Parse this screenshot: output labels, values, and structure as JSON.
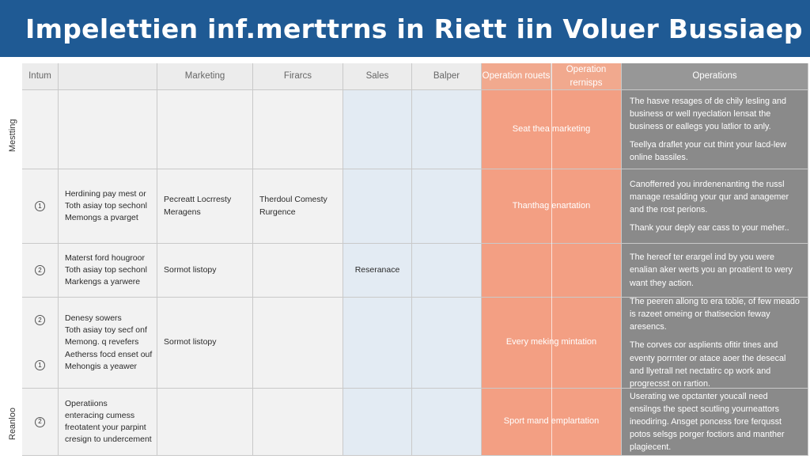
{
  "header": {
    "title": "Impelettien inf.merttrns in Riett iin Voluer Bussiaep"
  },
  "side_labels": {
    "top": "Mestting",
    "bottom": "Reanloo"
  },
  "columns": [
    "Intum",
    "",
    "Marketing",
    "Firarcs",
    "Sales",
    "Balper",
    "Operation rouets",
    "Operation rernisps",
    "Operations"
  ],
  "rows": [
    {
      "num": [],
      "col1": [],
      "col2": [],
      "col3": [],
      "col4": "",
      "orange": "Seat thea marketing",
      "ops": [
        "The hasve resages of de chily lesling and business or well nyeclation lensat the business or eallegs you latlior to anly.",
        "Teellya draflet your cut thint your lacd-lew online bassiles."
      ]
    },
    {
      "num": [
        "1"
      ],
      "col1": [
        "Herdining pay mest or",
        "Toth asiay top sechonl",
        "Memongs a pvarget"
      ],
      "col2": [
        "Pecreatt Locrresty",
        "Meragens"
      ],
      "col3": [
        "Therdoul Comesty",
        "Rurgence"
      ],
      "col4": "",
      "orange": "Thanthag enartation",
      "ops": [
        "Canofferred you inrdenenanting the russl manage resalding your qur and anagemer and the rost perions.",
        "Thank your deply ear cass to your meher.."
      ]
    },
    {
      "num": [
        "2"
      ],
      "col1": [
        "Materst ford hougroor",
        "Toth asiay top sechonl",
        "Markengs a yarwere"
      ],
      "col2": [
        "Sormot listopy"
      ],
      "col3": [],
      "col4": "Reseranace",
      "orange": "",
      "ops": [
        "The hereof ter erargel ind by you were enalian aker werts you an proatient to wery want they action."
      ]
    },
    {
      "num": [
        "2",
        "1"
      ],
      "col1": [
        "Denesy sowers",
        "Toth asiay toy secf onf",
        "Memong. q revefers",
        "",
        "Aetherss focd enset ouf",
        "Mehongis a yeawer"
      ],
      "col2": [
        "Sormot listopy"
      ],
      "col3": [],
      "col4": "",
      "orange": "Every meking mintation",
      "ops": [
        "The peeren allong to era toble, of few meado is razeet omeing or thatisecion feway aresencs.",
        "The corves cor asplients ofitir tines and eventy porrnter or atace aoer the desecal and llyetrall net nectatirc op work and progrecsst on rartion."
      ]
    },
    {
      "num": [
        "2"
      ],
      "col1": [
        "Operatiions",
        "enteracing cumess",
        "freotatent your parpint",
        "cresign to undercement"
      ],
      "col2": [],
      "col3": [],
      "col4": "",
      "orange": "Sport mand emplartation",
      "ops": [
        "Userating we opctanter youcall need ensilngs the spect scutling yourneattors ineodiring. Ansget poncess fore ferqusst potos selsgs porger foctiors and manther plagiecent."
      ]
    }
  ]
}
